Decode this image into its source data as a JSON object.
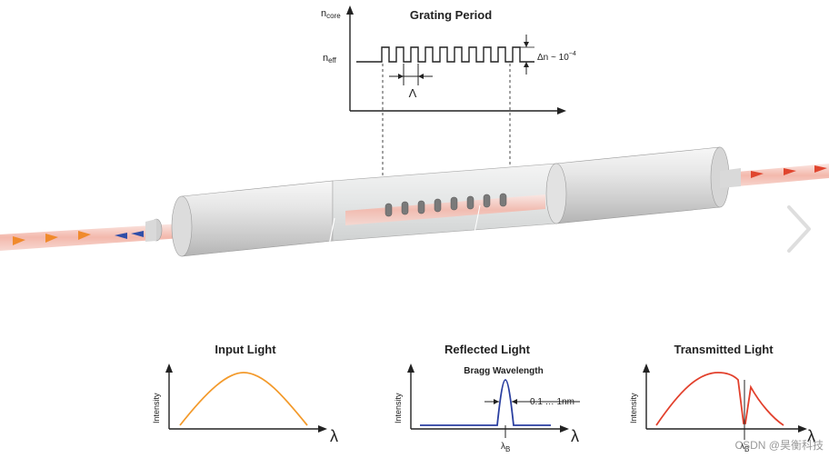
{
  "grating": {
    "title": "Grating Period",
    "y_top_label": "n",
    "y_top_sub": "core",
    "y_mid_label": "n",
    "y_mid_sub": "eff",
    "period_symbol": "Λ",
    "delta_n_text": "Δn ~ 10",
    "delta_n_exp": "−4"
  },
  "panels": {
    "input": {
      "title": "Input Light",
      "ylabel": "Intensity",
      "xsymbol": "λ"
    },
    "reflected": {
      "title": "Reflected Light",
      "ylabel": "Intensity",
      "xsymbol": "λ",
      "peak_label": "Bragg Wavelength",
      "bandwidth_label": "0.1 … 1nm",
      "lambda_b": "λ",
      "lambda_b_sub": "B"
    },
    "transmitted": {
      "title": "Transmitted Light",
      "ylabel": "Intensity",
      "xsymbol": "λ",
      "lambda_b": "λ",
      "lambda_b_sub": "B"
    }
  },
  "watermark": "CSDN @昊衡科技",
  "colors": {
    "input_curve": "#f39a2b",
    "reflected_curve": "#2a3fa0",
    "transmitted_curve": "#e2402c",
    "arrow_orange": "#f08a2c",
    "arrow_blue": "#2f4ea8",
    "arrow_red": "#e0452e"
  },
  "icons": {
    "next": "chevron-right-icon"
  }
}
